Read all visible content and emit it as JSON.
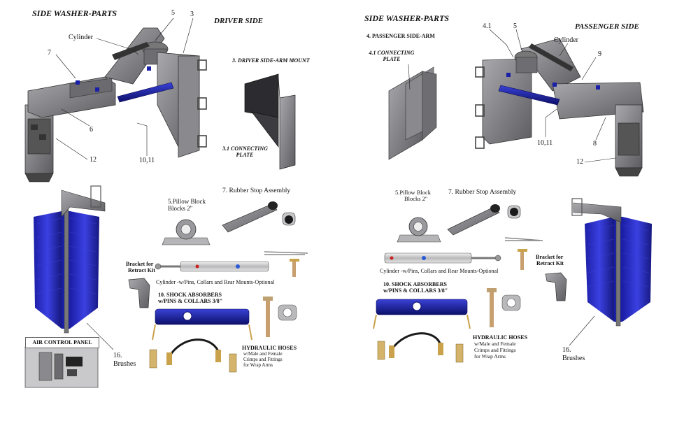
{
  "colors": {
    "steel": "#7d7d80",
    "steel_dark": "#4c4c50",
    "steel_light": "#b5b5b8",
    "blue": "#1a1fa8",
    "blue_dark": "#0c0f6a",
    "brass": "#c9a24b"
  },
  "left": {
    "title": "SIDE WASHER-PARTS",
    "side": "DRIVER SIDE",
    "callouts": {
      "n5": "5",
      "n3": "3",
      "cylinder": "Cylinder",
      "n7": "7",
      "n6": "6",
      "n12": "12",
      "n1011": "10,11"
    },
    "mount_title": "3. DRIVER SIDE-ARM MOUNT",
    "plate_line1": "3.1 CONNECTING",
    "plate_line2": "PLATE",
    "pillow_line1": "5.Pillow Block",
    "pillow_line2": "Blocks 2''",
    "rubber_stop": "7. Rubber Stop Assembly",
    "bracket_line1": "Bracket  for",
    "bracket_line2": "Retract Kit",
    "cylinder_note": "Cylinder -w/Pins, Collars and Rear Mounts-Optional",
    "shock_line1": "10. SHOCK ABSORBERS",
    "shock_line2": "w/PINS & COLLARS 3/8\"",
    "brushes_n": "16.",
    "brushes": "Brushes",
    "air_panel": "AIR CONTROL PANEL",
    "hoses_line1": "HYDRAULIC HOSES",
    "hoses_line2": "w/Male and Female",
    "hoses_line3": "Crimps and Fittings",
    "hoses_line4": "for Wrap Arms"
  },
  "right": {
    "title": "SIDE WASHER-PARTS",
    "arm_title": "4. PASSENGER  SIDE-ARM",
    "plate_line1": "4.1 CONNECTING",
    "plate_line2": "PLATE",
    "side": "PASSENGER SIDE",
    "callouts": {
      "n41": "4.1",
      "n5": "5",
      "cylinder": "Cylinder",
      "n9": "9",
      "n1011": "10,11",
      "n8": "8",
      "n12": "12"
    },
    "pillow_line1": "5.Pillow Block",
    "pillow_line2": "Blocks 2''",
    "rubber_stop": "7. Rubber Stop Assembly",
    "bracket_line1": "Bracket  for",
    "bracket_line2": "Retract Kit",
    "cylinder_note": "Cylinder -w/Pins, Collars and Rear Mounts-Optional",
    "shock_line1": "10. SHOCK ABSORBERS",
    "shock_line2": "w/PINS & COLLARS 3/8\"",
    "hoses_line1": "HYDRAULIC HOSES",
    "hoses_line2": "w/Male and Female",
    "hoses_line3": "Crimps and Fittings",
    "hoses_line4": "for Wrap Arms",
    "brushes_n": "16.",
    "brushes": "Brushes"
  }
}
